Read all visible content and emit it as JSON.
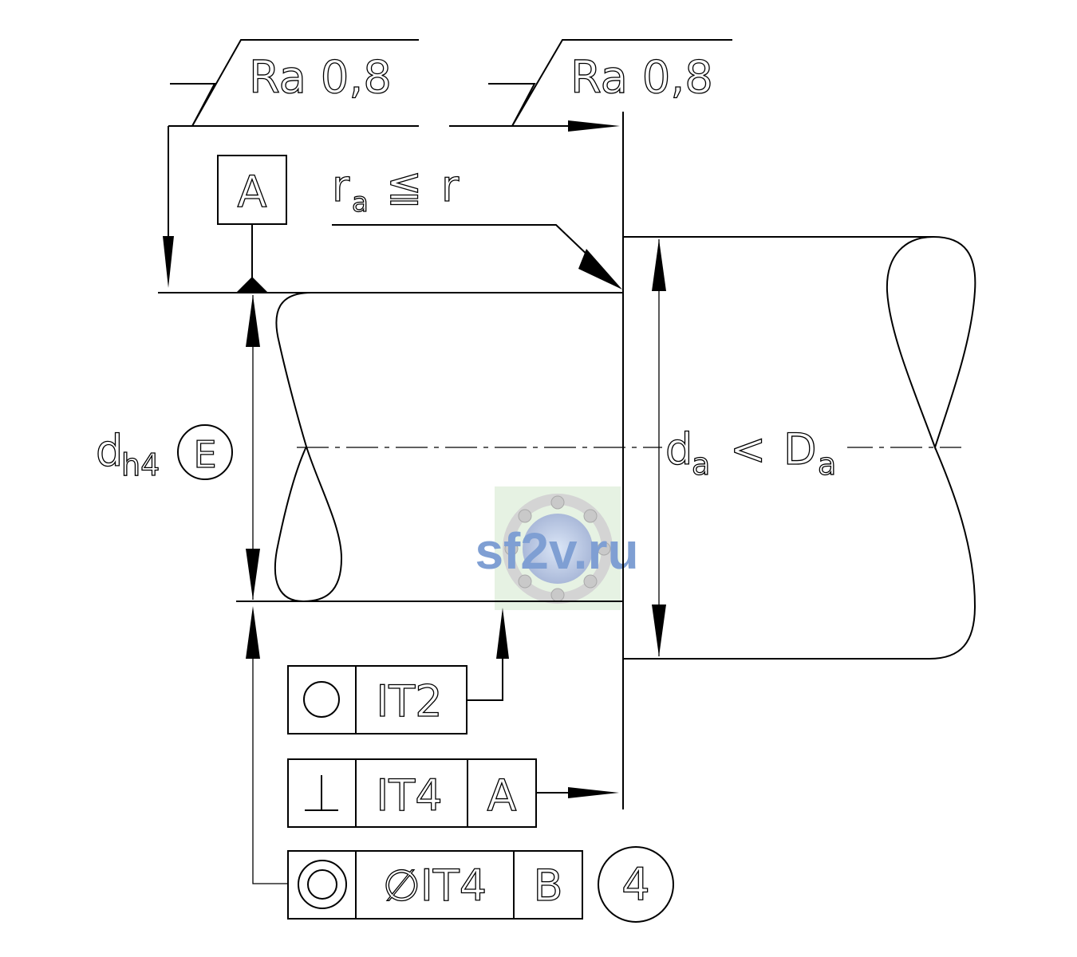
{
  "surface_finish": {
    "left": "Ra 0,8",
    "right": "Ra 0,8"
  },
  "datum": {
    "letter": "A"
  },
  "radius_note": {
    "r_main": "r",
    "r_sub": "a",
    "rel": "≦",
    "r_right": "r"
  },
  "shaft_diameter": {
    "main": "d",
    "sub": "h4",
    "modifier": "E"
  },
  "housing_diameter": {
    "d_main": "d",
    "d_sub": "a",
    "rel": "<",
    "D_main": "D",
    "D_sub": "a"
  },
  "tolerance_frames": [
    {
      "symbol_icon": "circularity-icon",
      "tolerance": "IT2",
      "datum": ""
    },
    {
      "symbol_icon": "perpendicularity-icon",
      "symbol": "⊥",
      "tolerance": "IT4",
      "datum": "A"
    },
    {
      "symbol_icon": "concentricity-icon",
      "tolerance": "∅IT4",
      "datum": "B"
    }
  ],
  "note_number": "4",
  "watermark": {
    "text": "sf2v.ru",
    "color": "#7f9fd3"
  }
}
